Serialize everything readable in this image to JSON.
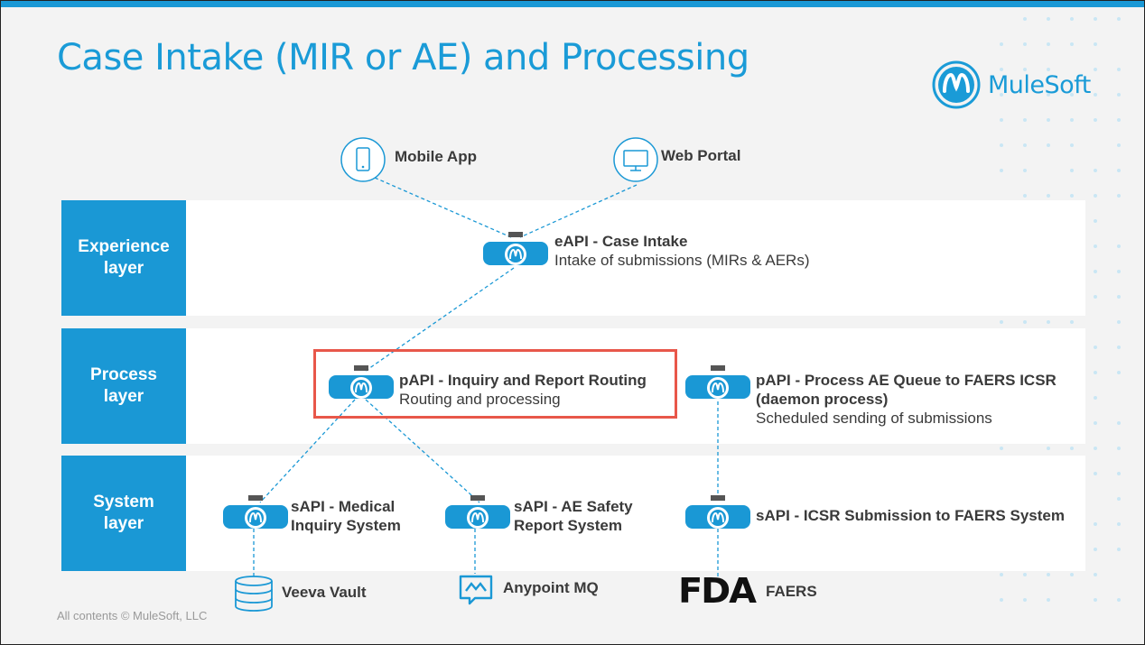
{
  "title": "Case Intake (MIR or AE) and Processing",
  "logo": {
    "text": "MuleSoft",
    "icon": "mulesoft-logo-icon",
    "color": "#1a9bd7"
  },
  "layers": {
    "experience": [
      "Experience",
      "layer"
    ],
    "process": [
      "Process",
      "layer"
    ],
    "system": [
      "System",
      "layer"
    ]
  },
  "clients": {
    "mobile": {
      "label": "Mobile App",
      "icon": "mobile-phone-icon"
    },
    "web": {
      "label": "Web Portal",
      "icon": "monitor-icon"
    }
  },
  "apis": {
    "eapi_case_intake": {
      "title": "eAPI - Case Intake",
      "subtitle": "Intake of submissions (MIRs & AERs)"
    },
    "papi_routing": {
      "title": "pAPI - Inquiry and Report Routing",
      "subtitle": "Routing and processing",
      "highlighted": true
    },
    "papi_faers": {
      "title_line1": "pAPI - Process AE Queue to FAERS ICSR",
      "title_line2": "(daemon process)",
      "subtitle": "Scheduled sending of submissions"
    },
    "sapi_medical": {
      "title_line1": "sAPI - Medical",
      "title_line2": "Inquiry System"
    },
    "sapi_ae_safety": {
      "title_line1": "sAPI - AE Safety",
      "title_line2": "Report System"
    },
    "sapi_icsr": {
      "title": "sAPI - ICSR Submission to FAERS System"
    }
  },
  "backends": {
    "veeva": {
      "label": "Veeva Vault",
      "icon": "database-icon"
    },
    "mq": {
      "label": "Anypoint MQ",
      "icon": "anypoint-mq-icon"
    },
    "faers": {
      "label": "FAERS",
      "icon": "fda-logo-icon",
      "logo_text": "FDA"
    }
  },
  "footer": "All contents © MuleSoft, LLC",
  "colors": {
    "accent": "#1a98d5",
    "highlight": "#e8574a",
    "text": "#3a3a3a"
  }
}
